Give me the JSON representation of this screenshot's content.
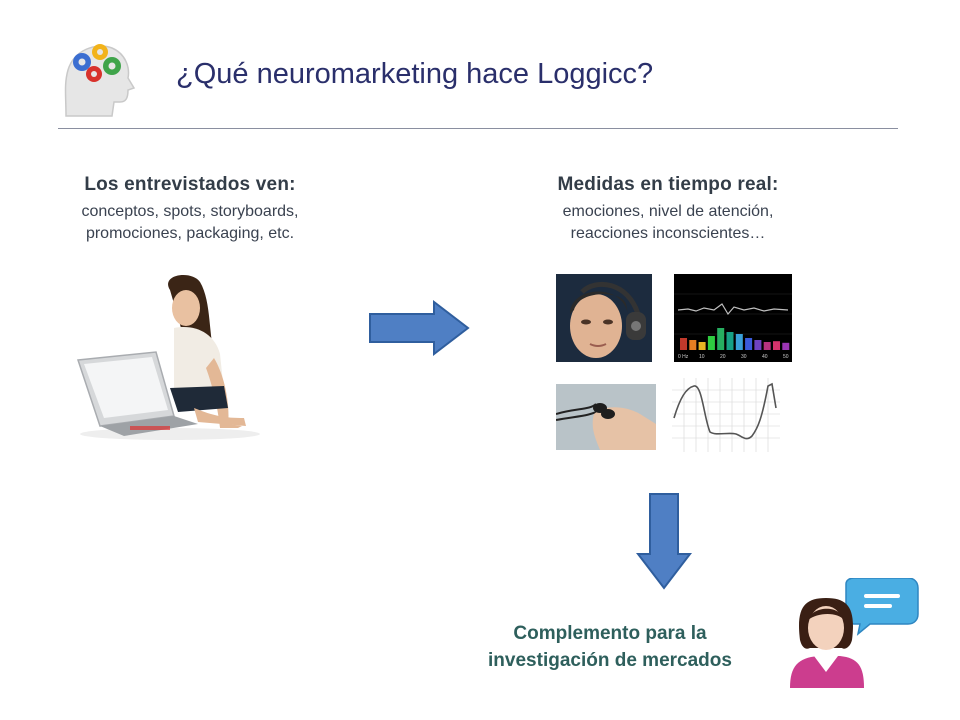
{
  "header": {
    "title": "¿Qué neuromarketing hace Loggicc?"
  },
  "left": {
    "heading": "Los entrevistados ven:",
    "lines": [
      "conceptos, spots, storyboards,",
      "promociones, packaging, etc."
    ]
  },
  "right": {
    "heading": "Medidas en tiempo real:",
    "lines": [
      "emociones, nivel de atención,",
      "reacciones inconscientes…"
    ]
  },
  "equalizer": {
    "axis_labels": [
      "0 Hz",
      "10",
      "20",
      "30",
      "40",
      "50"
    ],
    "bar_levels": [
      0.3,
      0.25,
      0.2,
      0.35,
      0.55,
      0.45,
      0.4,
      0.3,
      0.25,
      0.2,
      0.22,
      0.18
    ]
  },
  "bottom": {
    "lines": [
      "Complemento para la",
      "investigación de mercados"
    ]
  },
  "icons": {
    "logo": "head-gears-icon",
    "arrow_right": "arrow-right-icon",
    "arrow_down": "arrow-down-icon",
    "agent": "person-chat-icon"
  },
  "colors": {
    "arrow_fill": "#4f7fc4",
    "title": "#2a2f6b",
    "bottom_text": "#2e5f5c"
  }
}
